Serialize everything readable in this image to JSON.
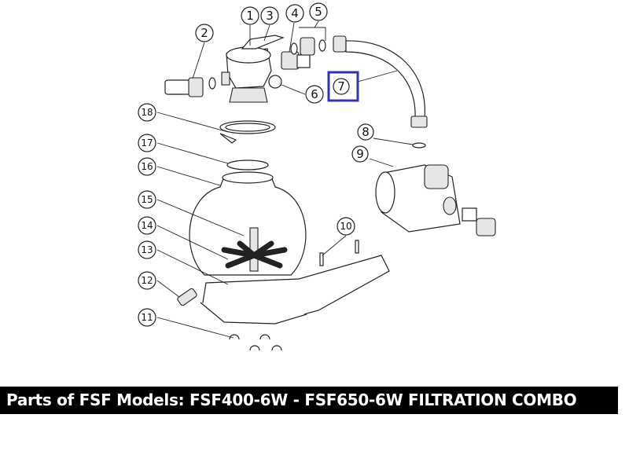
{
  "callouts": {
    "1": "1",
    "2": "2",
    "3": "3",
    "4": "4",
    "5": "5",
    "6": "6",
    "7": "7",
    "8": "8",
    "9": "9",
    "10": "10",
    "11": "11",
    "12": "12",
    "13": "13",
    "14": "14",
    "15": "15",
    "16": "16",
    "17": "17",
    "18": "18"
  },
  "highlight": {
    "callout": "7",
    "color": "#3333aa"
  },
  "banner": {
    "title": "Parts of FSF Models: FSF400-6W - FSF650-6W FILTRATION COMBO"
  }
}
